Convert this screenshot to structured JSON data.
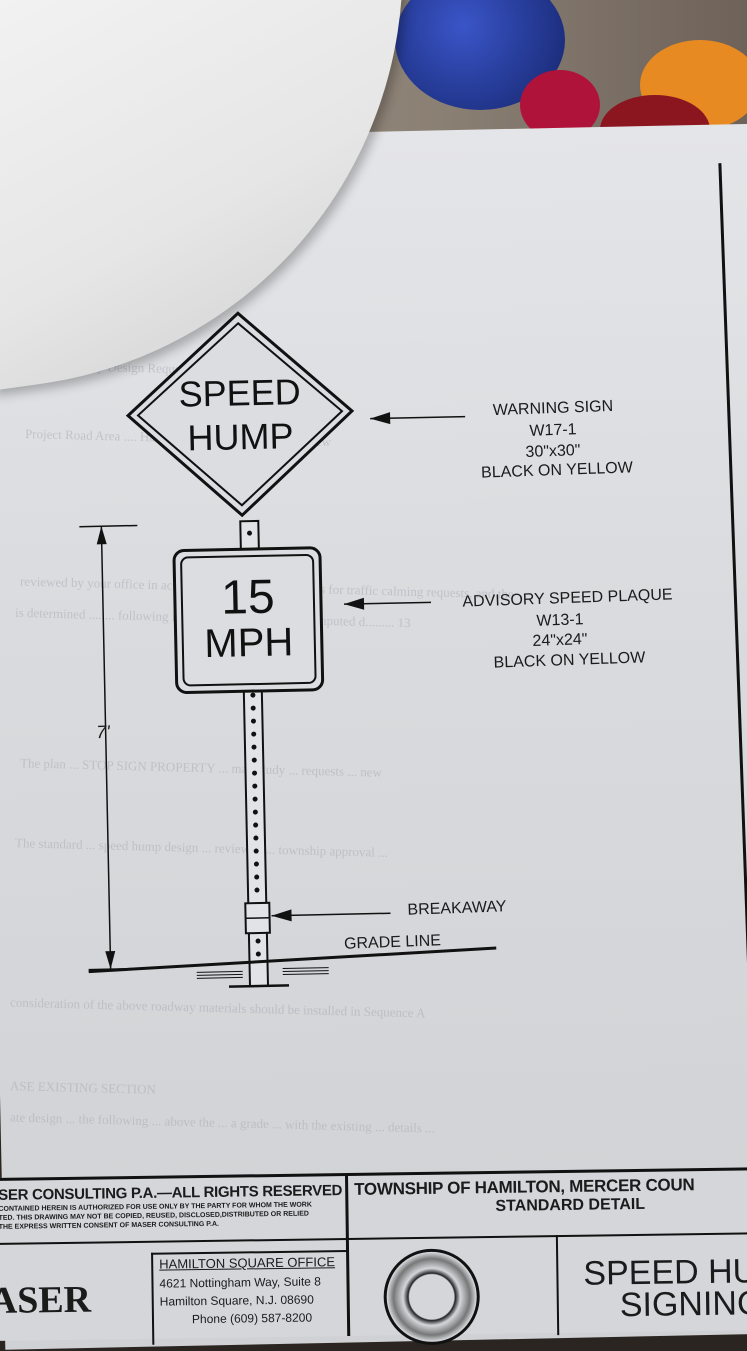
{
  "sign": {
    "warning_line1": "SPEED",
    "warning_line2": "HUMP",
    "plaque_number": "15",
    "plaque_unit": "MPH"
  },
  "labels": {
    "warning_title": "WARNING SIGN",
    "warning_code": "W17-1",
    "warning_size": "30\"x30\"",
    "warning_color": "BLACK ON YELLOW",
    "plaque_title": "ADVISORY SPEED PLAQUE",
    "plaque_code": "W13-1",
    "plaque_size": "24\"x24\"",
    "plaque_color": "BLACK ON YELLOW",
    "breakaway": "BREAKAWAY",
    "grade_line": "GRADE LINE",
    "height": "7'"
  },
  "title_block": {
    "copyright": "SER CONSULTING P.A.—ALL RIGHTS RESERVED",
    "fine_print_1": "CONTAINED HEREIN IS AUTHORIZED FOR USE ONLY BY THE PARTY FOR WHOM THE WORK",
    "fine_print_2": "TED. THIS DRAWING MAY NOT BE COPIED, REUSED, DISCLOSED,DISTRIBUTED OR RELIED",
    "fine_print_3": "THE EXPRESS WRITTEN CONSENT OF MASER CONSULTING P.A.",
    "township": "TOWNSHIP OF HAMILTON, MERCER COUN",
    "standard_detail": "STANDARD DETAIL",
    "office_name": "HAMILTON SQUARE OFFICE",
    "address_1": "4621 Nottingham Way, Suite 8",
    "address_2": "Hamilton Square, N.J. 08690",
    "phone": "Phone (609) 587-8200",
    "logo_text": "ASER",
    "sheet_title_1": "SPEED HU",
    "sheet_title_2": "SIGNING"
  }
}
